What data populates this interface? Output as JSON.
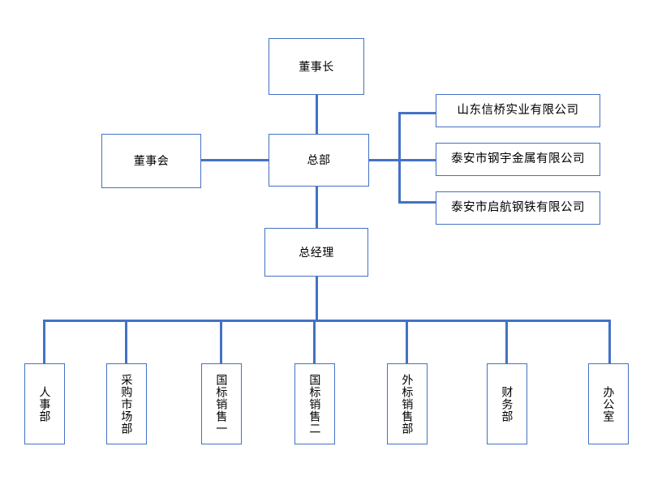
{
  "chart_data": {
    "type": "diagram",
    "title": "",
    "orientation": "top-down organizational chart",
    "accent_color": "#4472C4",
    "box_fill": "#ffffff",
    "text_color": "#000000",
    "nodes": {
      "chairman": "董事长",
      "board": "董事会",
      "headquarters": "总部",
      "general_manager": "总经理"
    },
    "subsidiaries": [
      "山东信桥实业有限公司",
      "泰安市钢宇金属有限公司",
      "泰安市启航钢铁有限公司"
    ],
    "departments": [
      "人事部",
      "采购市场部",
      "国标销售一",
      "国标销售二",
      "外标销售部",
      "财务部",
      "办公室"
    ],
    "edges": [
      {
        "from": "董事长",
        "to": "总部"
      },
      {
        "from": "董事会",
        "to": "总部"
      },
      {
        "from": "总部",
        "to": "山东信桥实业有限公司"
      },
      {
        "from": "总部",
        "to": "泰安市钢宇金属有限公司"
      },
      {
        "from": "总部",
        "to": "泰安市启航钢铁有限公司"
      },
      {
        "from": "总部",
        "to": "总经理"
      },
      {
        "from": "总经理",
        "to": "人事部"
      },
      {
        "from": "总经理",
        "to": "采购市场部"
      },
      {
        "from": "总经理",
        "to": "国标销售一"
      },
      {
        "from": "总经理",
        "to": "国标销售二"
      },
      {
        "from": "总经理",
        "to": "外标销售部"
      },
      {
        "from": "总经理",
        "to": "财务部"
      },
      {
        "from": "总经理",
        "to": "办公室"
      }
    ]
  }
}
